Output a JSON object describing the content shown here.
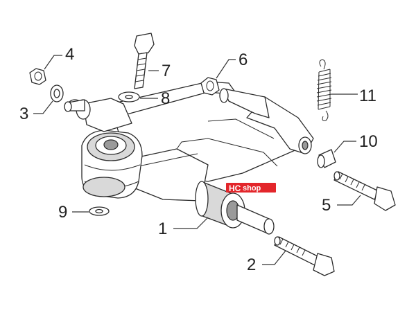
{
  "callouts": {
    "c1": "1",
    "c2": "2",
    "c3": "3",
    "c4": "4",
    "c5": "5",
    "c6": "6",
    "c7": "7",
    "c8": "8",
    "c9": "9",
    "c10": "10",
    "c11": "11"
  },
  "watermark": {
    "part1": "HC",
    "part2": "shop",
    "color": "#e3262b"
  }
}
